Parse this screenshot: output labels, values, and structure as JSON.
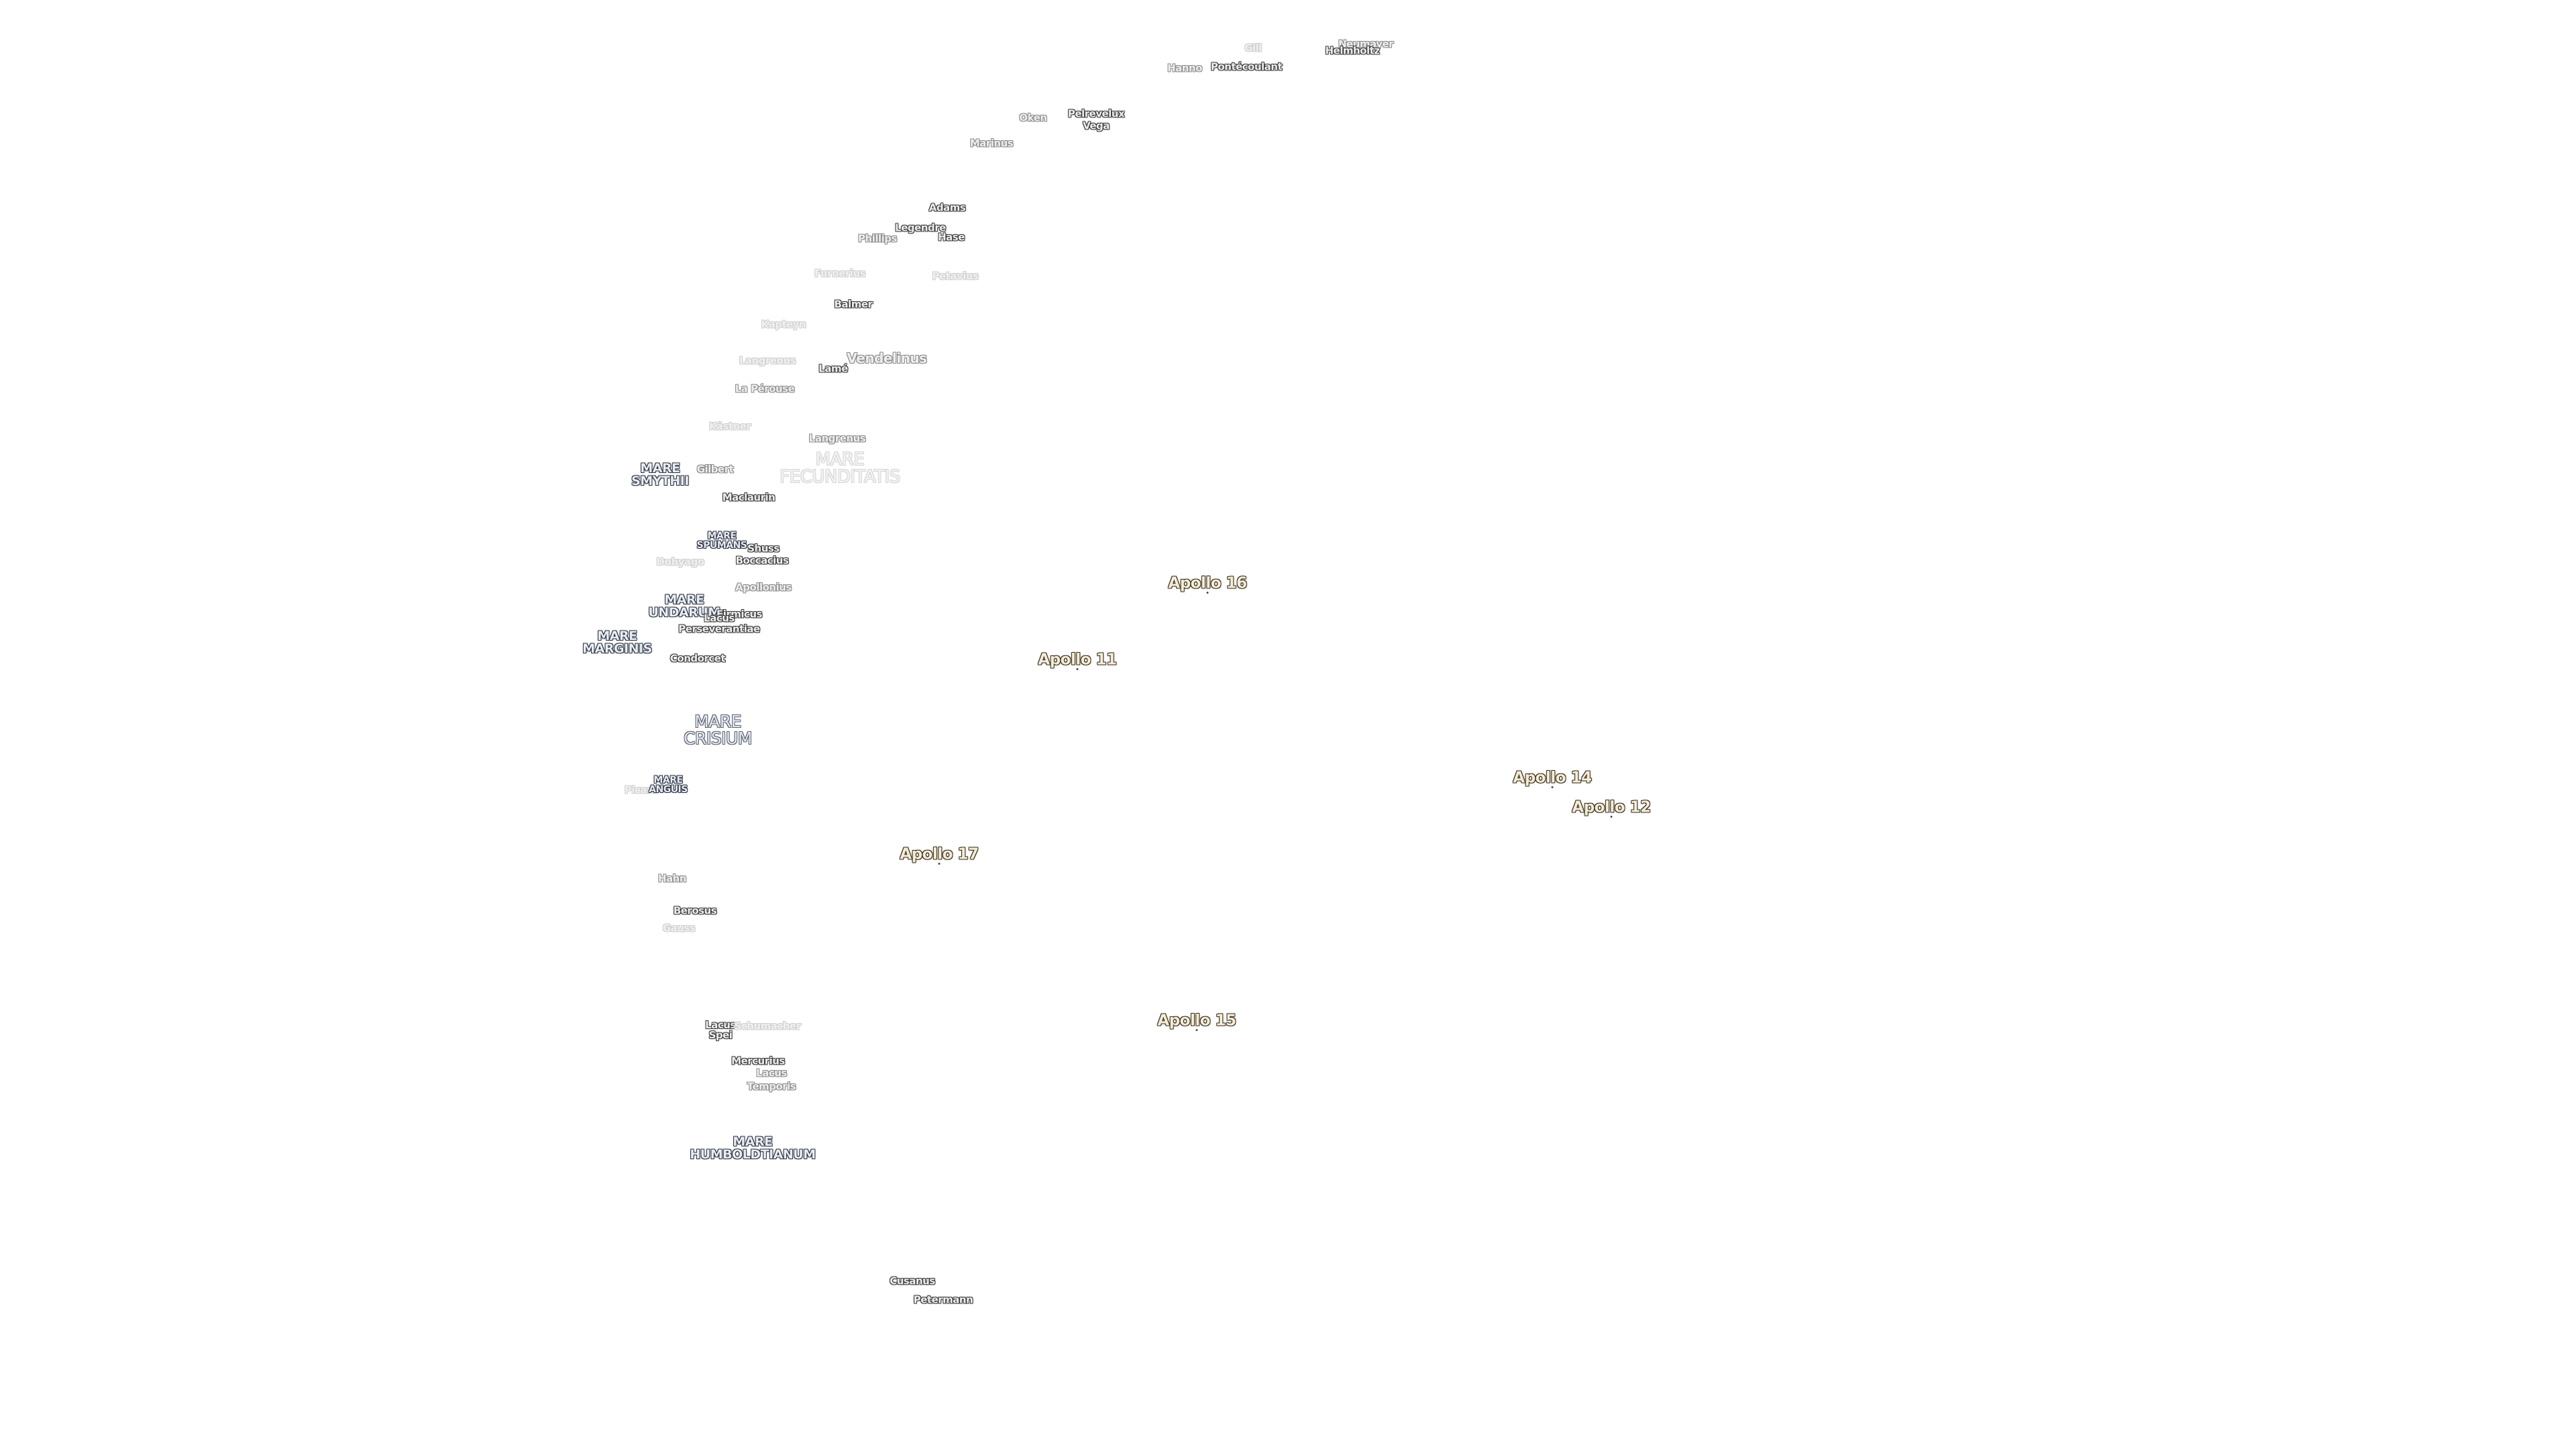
{
  "map": {
    "labels": [
      {
        "text": "Gill",
        "kind": "crater-faint"
      },
      {
        "text": "Neumayer",
        "kind": "crater-mid"
      },
      {
        "text": "Helmholtz",
        "kind": "crater-dark"
      },
      {
        "text": "Hanno",
        "kind": "crater-mid"
      },
      {
        "text": "Pontécoulant",
        "kind": "crater-dark"
      },
      {
        "text": "Oken",
        "kind": "crater-mid"
      },
      {
        "text": "Pelrevelux",
        "kind": "crater-dark"
      },
      {
        "text": "Vega",
        "kind": "crater-dark"
      },
      {
        "text": "Marinus",
        "kind": "crater-mid"
      },
      {
        "text": "Adams",
        "kind": "crater-dark"
      },
      {
        "text": "Legendre",
        "kind": "crater-dark"
      },
      {
        "text": "Hase",
        "kind": "crater-dark"
      },
      {
        "text": "Phillips",
        "kind": "crater-mid"
      },
      {
        "text": "Furnerius",
        "kind": "crater-faint"
      },
      {
        "text": "Petavius",
        "kind": "crater-faint"
      },
      {
        "text": "Balmer",
        "kind": "crater-dark"
      },
      {
        "text": "Kapteyn",
        "kind": "crater-faint"
      },
      {
        "text": "Vendelinus",
        "kind": "crater-mid"
      },
      {
        "text": "Lamé",
        "kind": "crater-dark"
      },
      {
        "text": "Langrenus",
        "kind": "crater-faint"
      },
      {
        "text": "La Pérouse",
        "kind": "crater-mid"
      },
      {
        "text": "Kästner",
        "kind": "crater-faint"
      },
      {
        "text": "Langrenus",
        "kind": "crater-mid"
      },
      {
        "text": "MARE\nFECUNDITATIS",
        "kind": "mare-faint"
      },
      {
        "text": "MARE\nSMYTHII",
        "kind": "mare"
      },
      {
        "text": "Gilbert",
        "kind": "crater-mid"
      },
      {
        "text": "Maclaurin",
        "kind": "crater-dark"
      },
      {
        "text": "MARE\nSPUMANS",
        "kind": "mare-small"
      },
      {
        "text": "Dubyago",
        "kind": "crater-faint"
      },
      {
        "text": "Shuss",
        "kind": "crater-dark"
      },
      {
        "text": "Boccacius",
        "kind": "crater-dark"
      },
      {
        "text": "Apollonius",
        "kind": "crater-mid"
      },
      {
        "text": "MARE\nUNDARUM",
        "kind": "mare"
      },
      {
        "text": "Firmicus",
        "kind": "crater-dark"
      },
      {
        "text": "Lacus",
        "kind": "crater-dark"
      },
      {
        "text": "Perseverantiae",
        "kind": "crater-dark"
      },
      {
        "text": "MARE\nMARGINIS",
        "kind": "mare"
      },
      {
        "text": "Condorcet",
        "kind": "crater-dark"
      },
      {
        "text": "MARE\nCRISIUM",
        "kind": "mare-large"
      },
      {
        "text": "Picard",
        "kind": "crater-faint"
      },
      {
        "text": "MARE\nANGUIS",
        "kind": "mare-small"
      },
      {
        "text": "Hahn",
        "kind": "crater-mid"
      },
      {
        "text": "Berosus",
        "kind": "crater-dark"
      },
      {
        "text": "Gauss",
        "kind": "crater-faint"
      },
      {
        "text": "Lacus\nSpei",
        "kind": "crater-dark"
      },
      {
        "text": "Schumacher",
        "kind": "crater-faint"
      },
      {
        "text": "Mercurius",
        "kind": "crater-dark"
      },
      {
        "text": "Lacus",
        "kind": "crater-mid"
      },
      {
        "text": "Temporis",
        "kind": "crater-mid"
      },
      {
        "text": "MARE\nHUMBOLDTIANUM",
        "kind": "mare"
      },
      {
        "text": "Cusanus",
        "kind": "crater-dark"
      },
      {
        "text": "Petermann",
        "kind": "crater-dark"
      }
    ],
    "apollo_sites": [
      {
        "text": "Apollo 16"
      },
      {
        "text": "Apollo 11"
      },
      {
        "text": "Apollo 14"
      },
      {
        "text": "Apollo 12"
      },
      {
        "text": "Apollo 17"
      },
      {
        "text": "Apollo 15"
      }
    ]
  }
}
